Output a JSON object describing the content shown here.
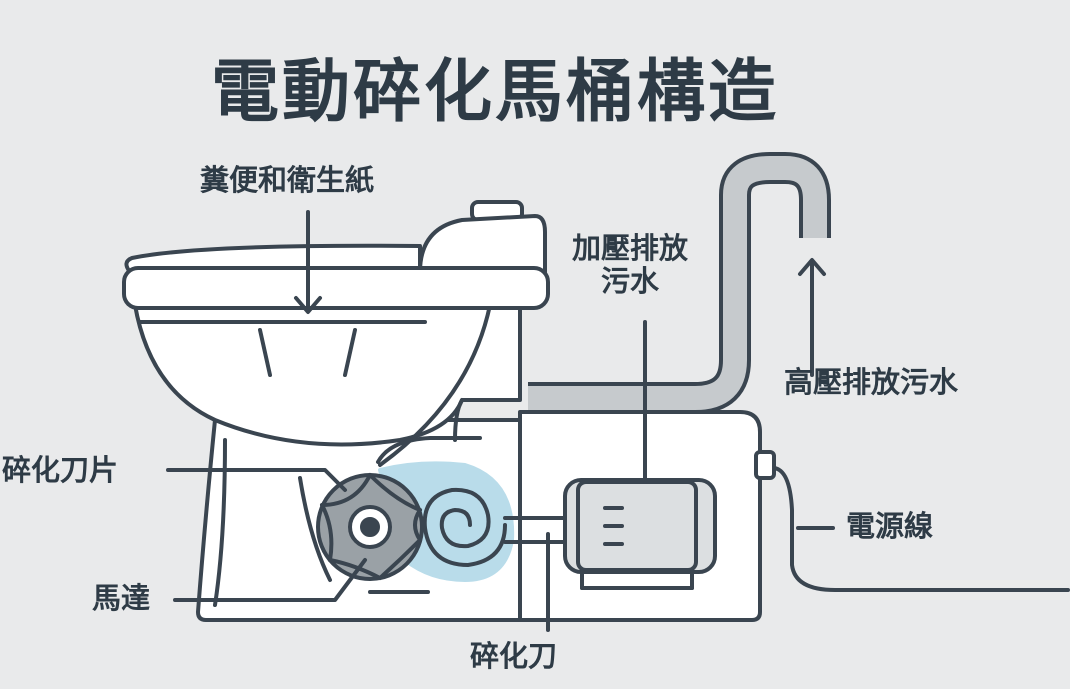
{
  "title": "電動碎化馬桶構造",
  "labels": {
    "waste_input": "糞便和衛生紙",
    "pressurized_discharge_line1": "加壓排放",
    "pressurized_discharge_line2": "污水",
    "high_pressure_discharge": "高壓排放污水",
    "shredder_blades": "碎化刀片",
    "motor": "馬達",
    "shredder": "碎化刀",
    "power_cord": "電源線"
  },
  "colors": {
    "background": "#e9eaeb",
    "outline": "#3a4550",
    "fill_white": "#ffffff",
    "pipe_gray": "#c6cacd",
    "water_blue": "#b9dcea",
    "blade_gray": "#9aa1a6",
    "motor_gray": "#dcdfe1",
    "text": "#2e3b46"
  }
}
